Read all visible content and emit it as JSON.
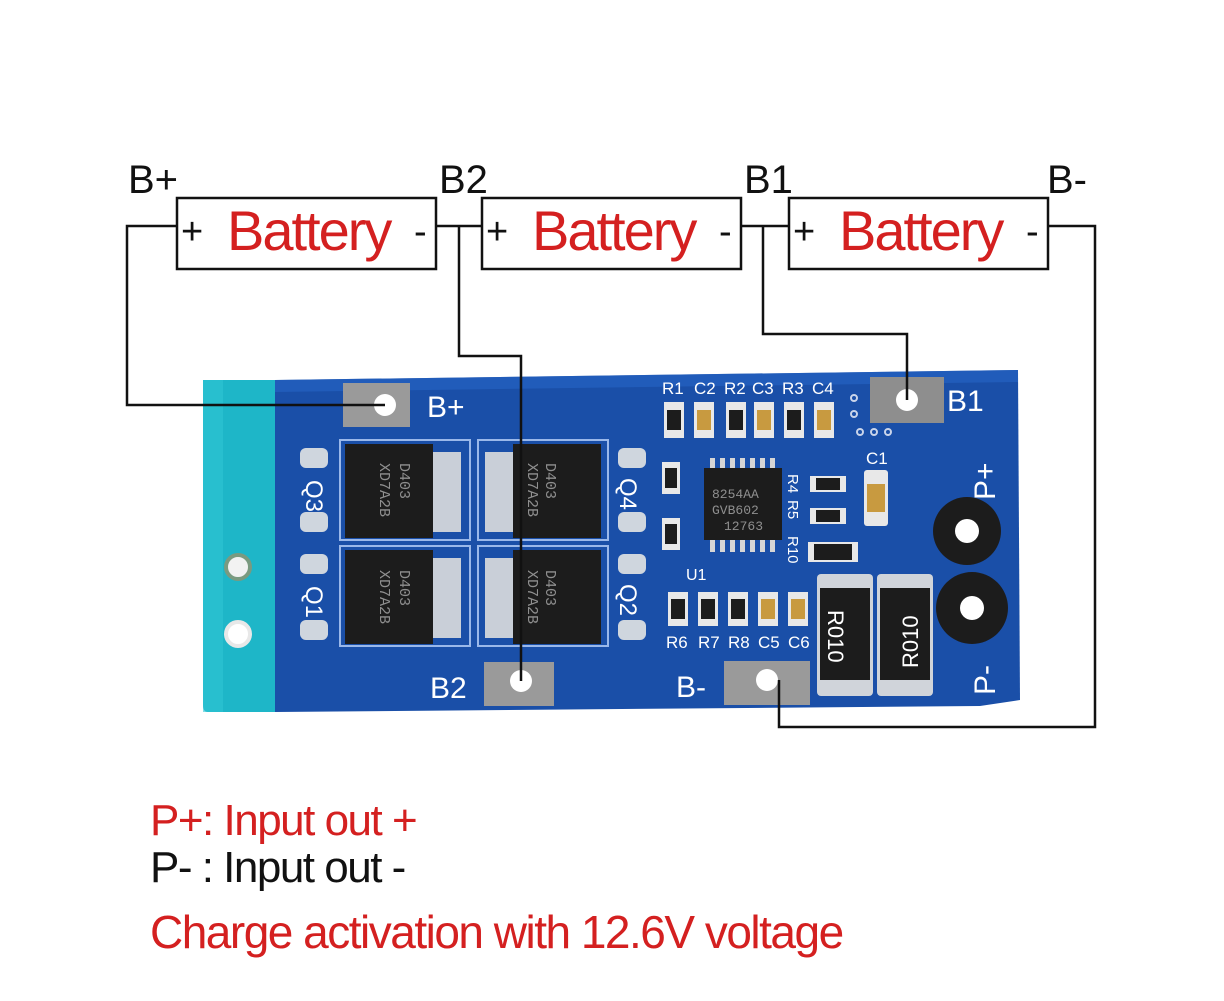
{
  "colors": {
    "accent_red": "#d42020",
    "wire": "#111111",
    "pcb_blue": "#1a4fa8",
    "pcb_tab": "#1eb6c8",
    "pad_grey": "#9a9a9a",
    "chip_black": "#1c1c1c",
    "silk_white": "#ffffff"
  },
  "terminals": {
    "b_plus": "B+",
    "b2": "B2",
    "b1": "B1",
    "b_minus": "B-"
  },
  "batteries": [
    {
      "plus": "+",
      "label": "Battery",
      "minus": "-"
    },
    {
      "plus": "+",
      "label": "Battery",
      "minus": "-"
    },
    {
      "plus": "+",
      "label": "Battery",
      "minus": "-"
    }
  ],
  "board": {
    "pads": {
      "b_plus": "B+",
      "b1": "B1",
      "b2": "B2",
      "b_minus": "B-",
      "p_plus": "P+",
      "p_minus": "P-"
    },
    "mosfets": [
      {
        "ref": "Q3",
        "marking": "D403\nXD7A2B"
      },
      {
        "ref": "Q4",
        "marking": "D403\nXD7A2B"
      },
      {
        "ref": "Q1",
        "marking": "D403\nXD7A2B"
      },
      {
        "ref": "Q2",
        "marking": "D403\nXD7A2B"
      }
    ],
    "mosfet_marking_line1": "D403",
    "mosfet_marking_line2": "XD7A2B",
    "ic": {
      "ref": "U1",
      "line1": "8254AA",
      "line2": "GVB602",
      "line3": "12763"
    },
    "top_components": [
      "R1",
      "C2",
      "R2",
      "C3",
      "R3",
      "C4"
    ],
    "bottom_components": [
      "R6",
      "R7",
      "R8",
      "C5",
      "C6"
    ],
    "side_components": [
      "R4",
      "R5",
      "C1",
      "R10"
    ],
    "shunt_resistors": [
      "R010",
      "R010"
    ]
  },
  "captions": {
    "line1": "P+: Input out +",
    "line2": "P- : Input out -",
    "line3": "Charge activation with 12.6V voltage"
  }
}
